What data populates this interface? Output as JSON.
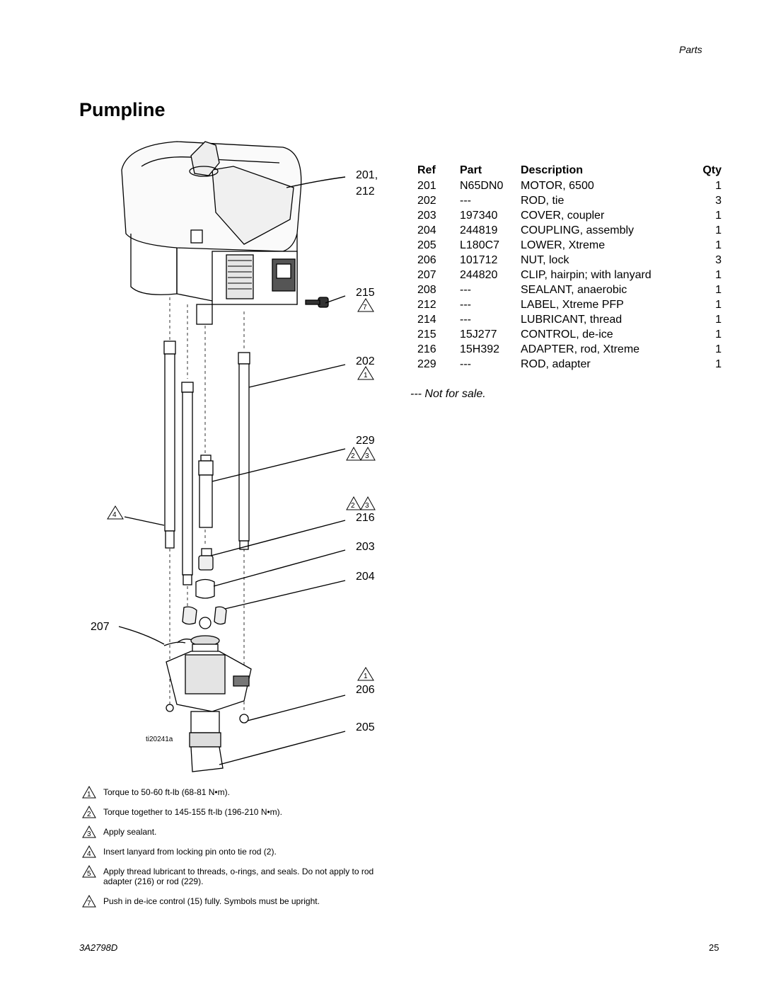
{
  "header": {
    "section": "Parts",
    "title": "Pumpline"
  },
  "callouts": [
    {
      "text": "201,"
    },
    {
      "text": "212"
    },
    {
      "text": "215"
    },
    {
      "text": "202"
    },
    {
      "text": "229"
    },
    {
      "text": "216"
    },
    {
      "text": "203"
    },
    {
      "text": "204"
    },
    {
      "text": "207"
    },
    {
      "text": "206"
    },
    {
      "text": "205"
    }
  ],
  "triangle_markers": [
    "7",
    "1",
    "2",
    "3",
    "2",
    "3",
    "4",
    "1"
  ],
  "drawing_id": "ti20241a",
  "parts_table": {
    "headers": {
      "ref": "Ref",
      "part": "Part",
      "description": "Description",
      "qty": "Qty"
    },
    "rows": [
      {
        "ref": "201",
        "part": "N65DN0",
        "description": "MOTOR, 6500",
        "qty": "1"
      },
      {
        "ref": "202",
        "part": "---",
        "description": "ROD, tie",
        "qty": "3"
      },
      {
        "ref": "203",
        "part": "197340",
        "description": "COVER, coupler",
        "qty": "1"
      },
      {
        "ref": "204",
        "part": "244819",
        "description": "COUPLING, assembly",
        "qty": "1"
      },
      {
        "ref": "205",
        "part": "L180C7",
        "description": "LOWER, Xtreme",
        "qty": "1"
      },
      {
        "ref": "206",
        "part": "101712",
        "description": "NUT, lock",
        "qty": "3"
      },
      {
        "ref": "207",
        "part": "244820",
        "description": "CLIP, hairpin; with lanyard",
        "qty": "1"
      },
      {
        "ref": "208",
        "part": "---",
        "description": "SEALANT, anaerobic",
        "qty": "1"
      },
      {
        "ref": "212",
        "part": "---",
        "description": "LABEL, Xtreme PFP",
        "qty": "1"
      },
      {
        "ref": "214",
        "part": "---",
        "description": "LUBRICANT, thread",
        "qty": "1"
      },
      {
        "ref": "215",
        "part": "15J277",
        "description": "CONTROL, de-ice",
        "qty": "1"
      },
      {
        "ref": "216",
        "part": "15H392",
        "description": "ADAPTER, rod, Xtreme",
        "qty": "1"
      },
      {
        "ref": "229",
        "part": "---",
        "description": "ROD, adapter",
        "qty": "1"
      }
    ],
    "not_for_sale": "---  Not for sale."
  },
  "notes": [
    {
      "num": "1",
      "text": "Torque to 50-60 ft-lb (68-81 N•m)."
    },
    {
      "num": "2",
      "text": "Torque together to 145-155 ft-lb (196-210 N•m)."
    },
    {
      "num": "3",
      "text": "Apply sealant."
    },
    {
      "num": "4",
      "text": "Insert lanyard from locking pin onto tie rod (2)."
    },
    {
      "num": "5",
      "text": "Apply thread lubricant to threads, o-rings, and seals. Do not apply to rod adapter (216) or rod (229)."
    },
    {
      "num": "7",
      "text": "Push in de-ice control (15) fully. Symbols must be upright."
    }
  ],
  "footer": {
    "doc_number": "3A2798D",
    "page_number": "25"
  }
}
